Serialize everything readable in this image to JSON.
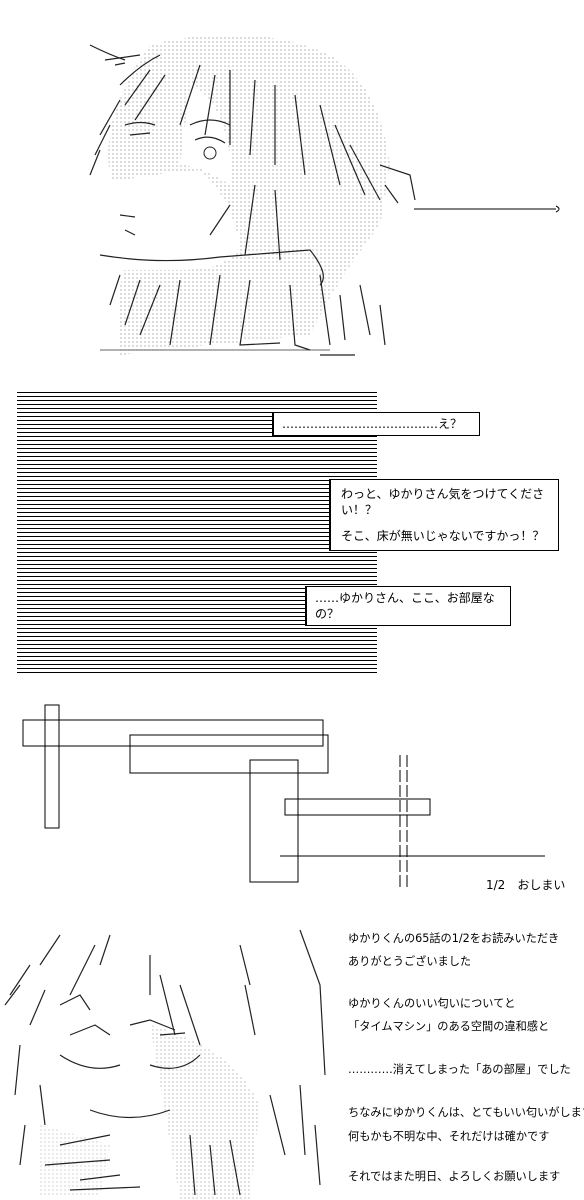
{
  "panel_top": {
    "art": "ascii-art-character-face",
    "trailing_dash": "―――――――――――っ"
  },
  "panel_dialogue": {
    "bubble_1": "…………………………………え？",
    "bubble_2_line_1": "わっと、ゆかりさん気をつけてください！？",
    "bubble_2_line_2": "そこ、床が無いじゃないですかっ！？",
    "bubble_3": "……ゆかりさん、ここ、お部屋なの？"
  },
  "panel_rects": {
    "page_label": "1/2　おしまい"
  },
  "afterword": {
    "art": "ascii-art-character-smiling",
    "lines": [
      "ゆかりくんの65話の1/2をお読みいただき",
      "ありがとうございました",
      "ゆかりくんのいい匂いについてと",
      "「タイムマシン」のある空間の違和感と",
      "…………消えてしまった「あの部屋」でした",
      "ちなみにゆかりくんは、とてもいい匂いがします",
      "何もかも不明な中、それだけは確かです",
      "それではまた明日、よろしくお願いします"
    ]
  }
}
